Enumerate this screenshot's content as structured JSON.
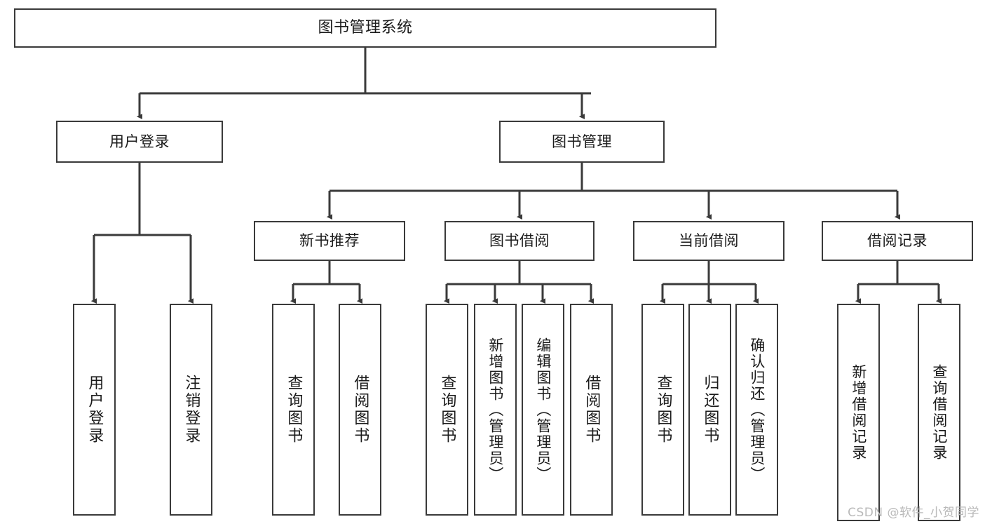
{
  "diagram": {
    "type": "tree",
    "title": "图书管理系统",
    "orientation": "top-down",
    "colors": {
      "box_border": "#3a3a3a",
      "box_fill": "#ffffff",
      "edge": "#3a3a3a",
      "text": "#1a1a1a",
      "watermark": "#b9b9b9"
    },
    "root": {
      "label": "图书管理系统"
    },
    "level2": [
      {
        "id": "user-login",
        "label": "用户登录"
      },
      {
        "id": "book-management",
        "label": "图书管理"
      }
    ],
    "level3": [
      {
        "id": "new-book-recommend",
        "label": "新书推荐",
        "parent": "book-management"
      },
      {
        "id": "book-borrow",
        "label": "图书借阅",
        "parent": "book-management"
      },
      {
        "id": "current-borrow",
        "label": "当前借阅",
        "parent": "book-management"
      },
      {
        "id": "borrow-record",
        "label": "借阅记录",
        "parent": "book-management"
      }
    ],
    "leaves": {
      "user-login": [
        {
          "id": "leaf-user-login",
          "label": "用户登录"
        },
        {
          "id": "leaf-logout",
          "label": "注销登录"
        }
      ],
      "new-book-recommend": [
        {
          "id": "leaf-query-book-1",
          "label": "查询图书"
        },
        {
          "id": "leaf-borrow-book-1",
          "label": "借阅图书"
        }
      ],
      "book-borrow": [
        {
          "id": "leaf-query-book-2",
          "label": "查询图书"
        },
        {
          "id": "leaf-add-book",
          "label": "新增图书（管理员）"
        },
        {
          "id": "leaf-edit-book",
          "label": "编辑图书（管理员）"
        },
        {
          "id": "leaf-borrow-book-2",
          "label": "借阅图书"
        }
      ],
      "current-borrow": [
        {
          "id": "leaf-query-book-3",
          "label": "查询图书"
        },
        {
          "id": "leaf-return-book",
          "label": "归还图书"
        },
        {
          "id": "leaf-confirm-return",
          "label": "确认归还（管理员）"
        }
      ],
      "borrow-record": [
        {
          "id": "leaf-add-record",
          "label": "新增借阅记录"
        },
        {
          "id": "leaf-query-record",
          "label": "查询借阅记录"
        }
      ]
    }
  },
  "watermark": {
    "text": "CSDN @软件_小贺同学"
  }
}
